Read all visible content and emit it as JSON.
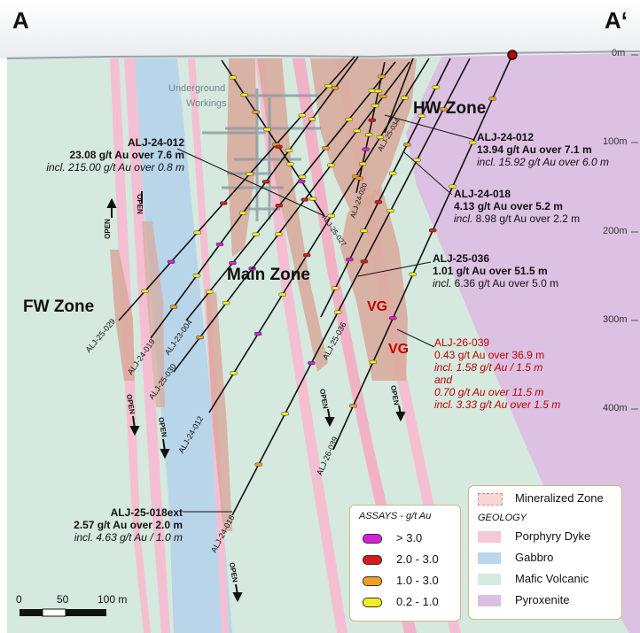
{
  "section": {
    "left_letter": "A",
    "right_letter": "A‘",
    "depth_ticks": [
      "0m",
      "100m",
      "200m",
      "300m",
      "400m"
    ]
  },
  "zones": {
    "hw": "HW Zone",
    "main": "Main Zone",
    "fw": "FW Zone",
    "workings_line1": "Underground",
    "workings_line2": "Workings",
    "vg": "VG",
    "open": "OPEN"
  },
  "holes": [
    {
      "id": "ALJ-25-029"
    },
    {
      "id": "ALJ-24-019"
    },
    {
      "id": "ALJ-23-004"
    },
    {
      "id": "ALJ-25-030"
    },
    {
      "id": "ALJ-24-012"
    },
    {
      "id": "ALJ-24-018"
    },
    {
      "id": "ALJ-25-027"
    },
    {
      "id": "ALJ-24-020"
    },
    {
      "id": "ALJ-25-036"
    },
    {
      "id": "ALJ-25-034"
    },
    {
      "id": "ALJ-26-039"
    }
  ],
  "callouts": [
    {
      "id": "c1",
      "title": "ALJ-24-012",
      "line1": "23.08 g/t Au over 7.6 m",
      "incl": "incl.",
      "line2": " 215.00 g/t Au over 0.8 m",
      "color": "#111111"
    },
    {
      "id": "c2",
      "title": "ALJ-24-012",
      "line1": "13.94 g/t Au over 7.1 m",
      "incl": "incl.",
      "line2": " 15.92 g/t Au over 6.0 m",
      "color": "#111111"
    },
    {
      "id": "c3",
      "title": "ALJ-24-018",
      "line1": "4.13 g/t Au over 5.2 m",
      "incl": "incl.",
      "line2": " 8.98 g/t Au over 2.2 m",
      "color": "#111111"
    },
    {
      "id": "c4",
      "title": "ALJ-25-036",
      "line1": "1.01 g/t Au over 51.5 m",
      "incl": "incl.",
      "line2": " 6.36 g/t Au over 5.0 m",
      "color": "#111111"
    },
    {
      "id": "c6",
      "title": "ALJ-25-018ext",
      "line1": "2.57 g/t Au over 2.0 m",
      "incl": "incl.",
      "line2": " 4.63 g/t Au / 1.0 m",
      "color": "#111111"
    }
  ],
  "callout_039": {
    "title": "ALJ-26-039",
    "line1": "0.43 g/t Au over 36.9 m",
    "line2": "incl. 1.58 g/t Au / 1.5 m",
    "line3": "and",
    "line4": "0.70 g/t Au over 11.5 m",
    "line5": "incl. 3.33 g/t Au over 1.5 m",
    "color": "#c00000"
  },
  "assays_legend": {
    "title": "ASSAYS - g/t Au",
    "items": [
      {
        "label": "> 3.0",
        "color": "#d61fd6"
      },
      {
        "label": "2.0 - 3.0",
        "color": "#d41a1a"
      },
      {
        "label": "1.0 - 3.0",
        "color": "#f0a020"
      },
      {
        "label": "0.2 - 1.0",
        "color": "#f2ee20"
      }
    ]
  },
  "geology_legend": {
    "mineralized": "Mineralized Zone",
    "title": "GEOLOGY",
    "items": [
      {
        "label": "Porphyry Dyke",
        "color": "#f6c8d6"
      },
      {
        "label": "Gabbro",
        "color": "#b9d6ec"
      },
      {
        "label": "Mafic Volcanic",
        "color": "#d4ebdf"
      },
      {
        "label": "Pyroxenite",
        "color": "#dcbfe2"
      }
    ]
  },
  "scale": {
    "labels": [
      "0",
      "50",
      "100 m"
    ]
  },
  "colors": {
    "mafic": "#d5e9de",
    "gabbro": "#b9d5ea",
    "pyroxenite": "#dcc1e2",
    "dyke": "#f4bfd2",
    "mineralized": "#d8a89a",
    "sky": "#ffffff"
  }
}
